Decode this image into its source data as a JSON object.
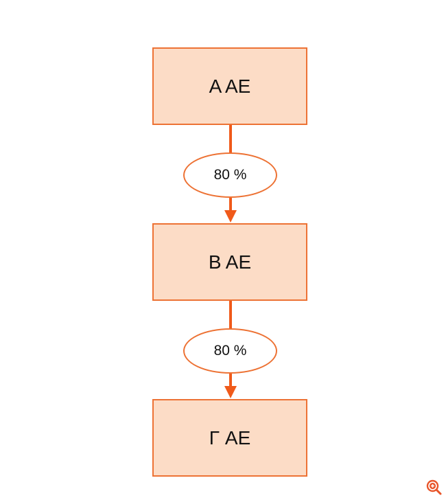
{
  "diagram": {
    "type": "vertical-flowchart",
    "nodes": [
      {
        "id": "a",
        "label": "A AE"
      },
      {
        "id": "b",
        "label": "B AE"
      },
      {
        "id": "c",
        "label": "Γ AE"
      }
    ],
    "edges": [
      {
        "from": "a",
        "to": "b",
        "label": "80 %"
      },
      {
        "from": "b",
        "to": "c",
        "label": "80 %"
      }
    ],
    "colors": {
      "box_fill": "#fcdcc6",
      "box_border": "#ed7234",
      "connector": "#f05a1a"
    }
  },
  "controls": {
    "zoom_icon": "zoom-in-icon"
  }
}
